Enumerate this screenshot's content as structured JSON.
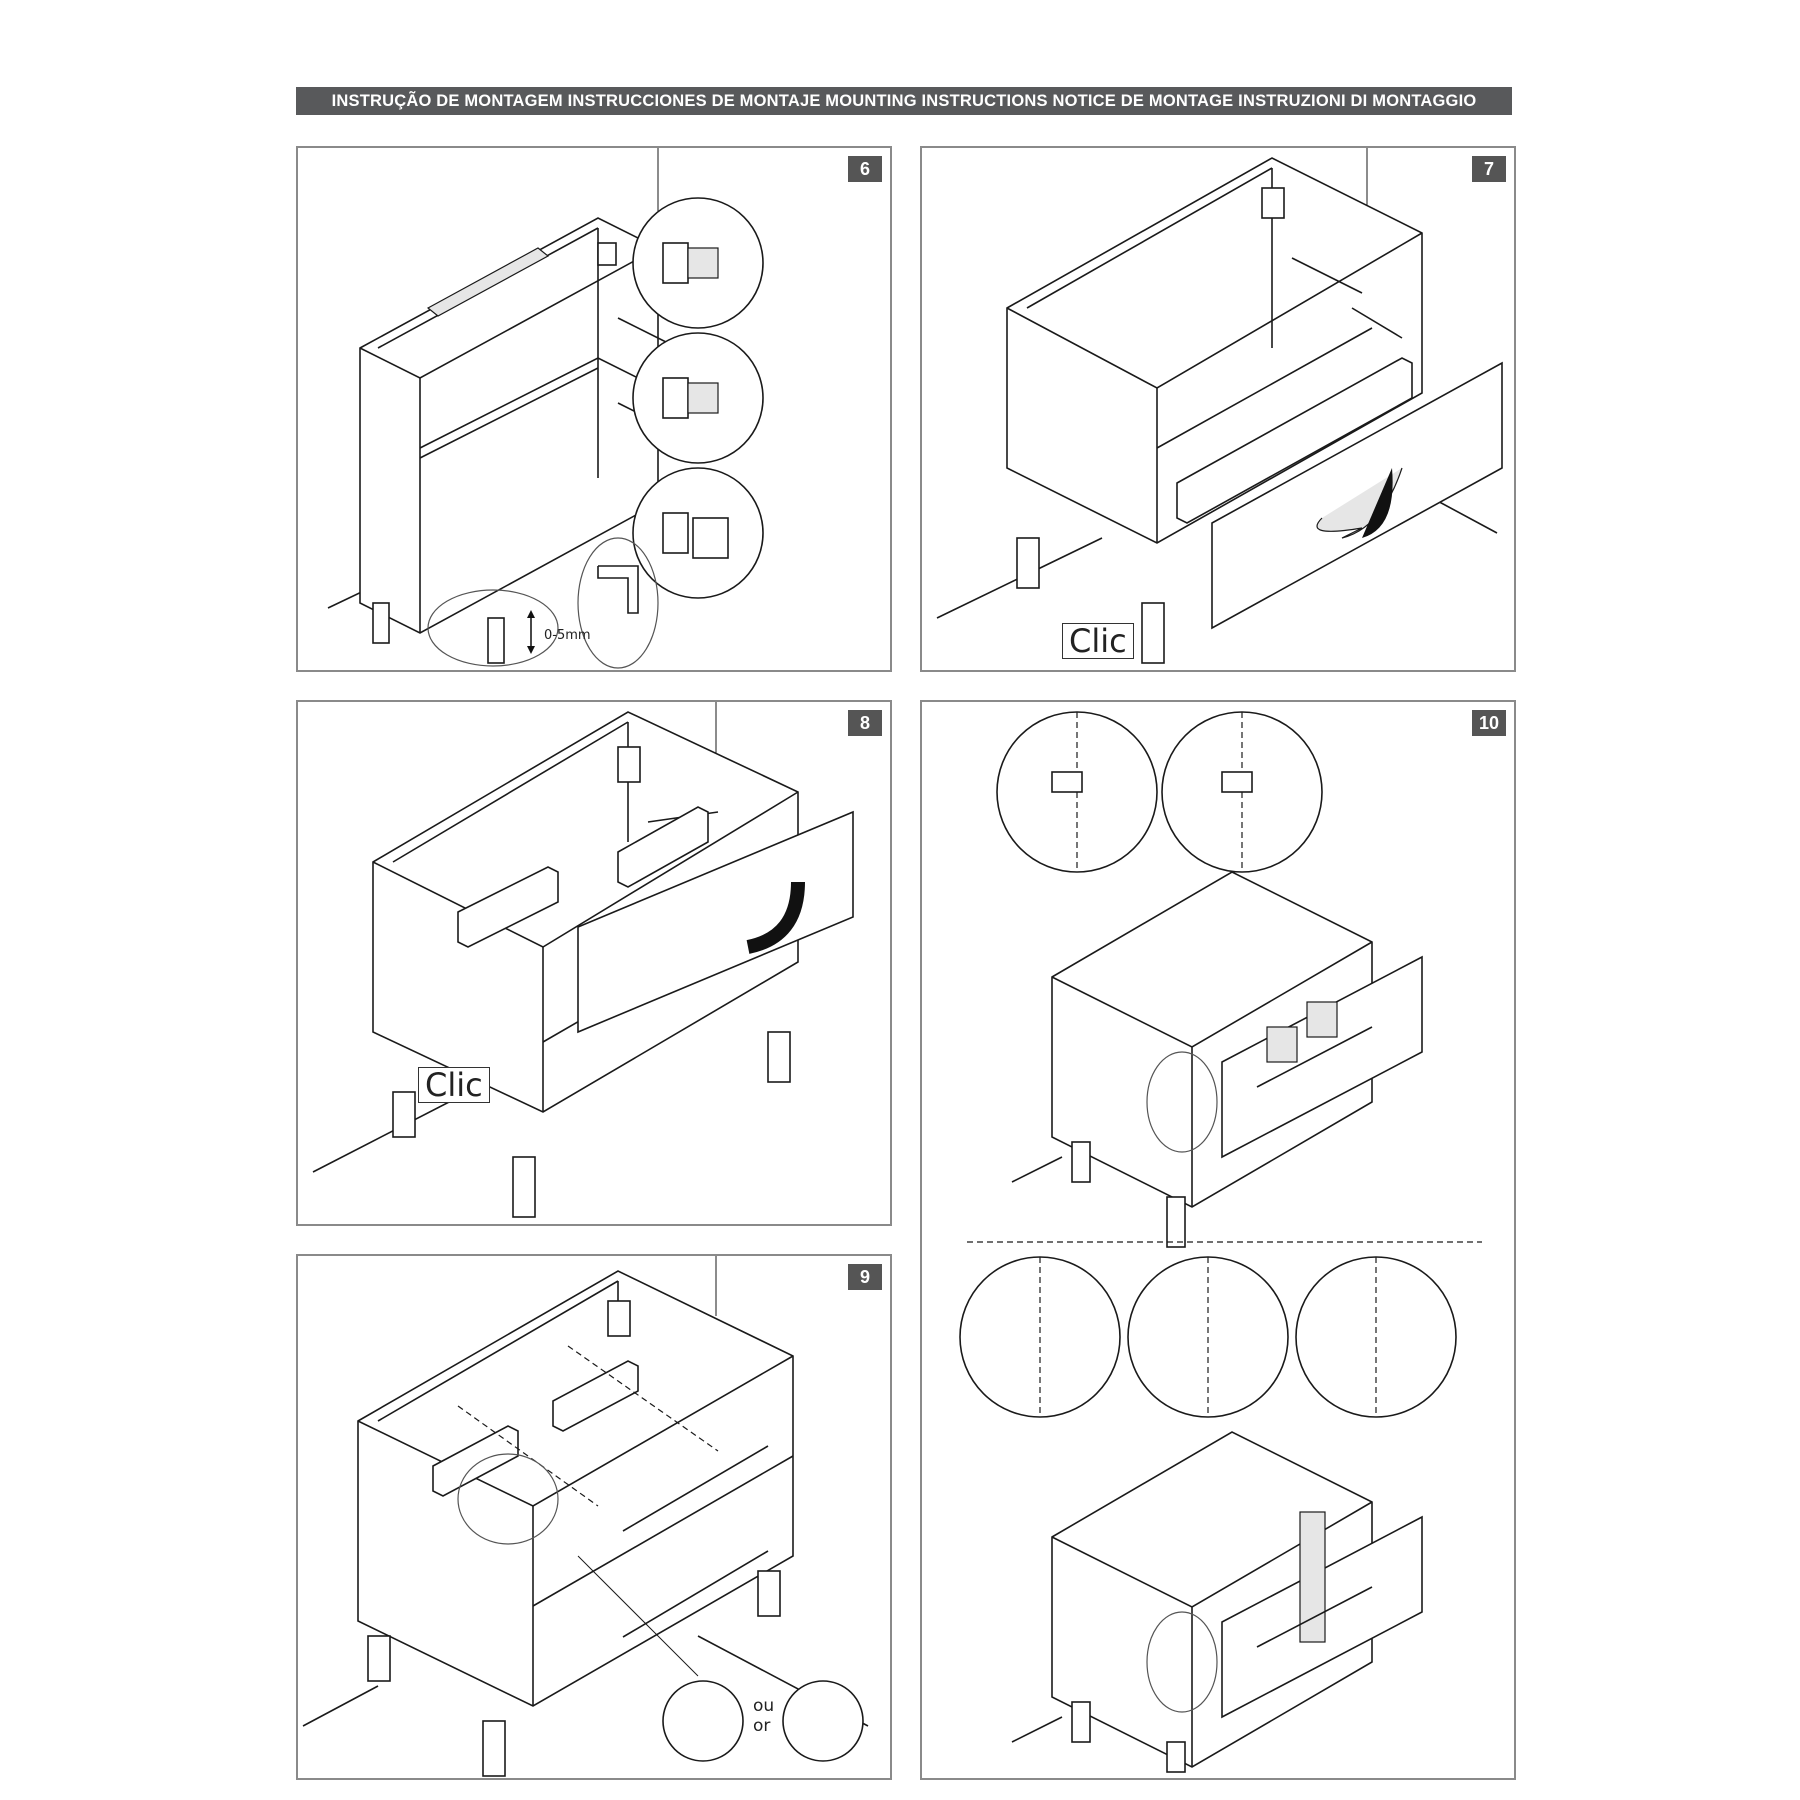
{
  "header": {
    "banner": "INSTRUÇÃO DE MONTAGEM  INSTRUCCIONES DE MONTAJE  MOUNTING INSTRUCTIONS  NOTICE DE MONTAGE  INSTRUZIONI DI MONTAGGIO"
  },
  "steps": [
    {
      "number": "6",
      "adjust_label": "0-5mm"
    },
    {
      "number": "7",
      "clic_label": "Clic"
    },
    {
      "number": "8",
      "clic_label": "Clic"
    },
    {
      "number": "9",
      "alt_word_1": "ou",
      "alt_word_2": "or"
    },
    {
      "number": "10"
    }
  ],
  "colors": {
    "banner": "#58595b",
    "badge": "#555555",
    "border": "#8a8a8a"
  }
}
